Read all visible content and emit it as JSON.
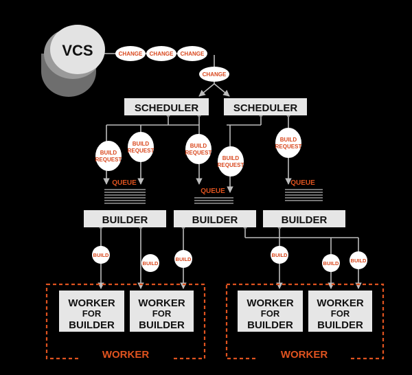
{
  "vcs_label": "VCS",
  "change_label": "CHANGE",
  "scheduler_label": "SCHEDULER",
  "build_request_line1": "BUILD",
  "build_request_line2": "REQUEST",
  "queue_label": "QUEUE",
  "builder_label": "BUILDER",
  "build_label": "BUILD",
  "worker_for_builder_line1": "WORKER",
  "worker_for_builder_line2": "FOR",
  "worker_for_builder_line3": "BUILDER",
  "worker_group_label": "WORKER",
  "colors": {
    "background": "#000000",
    "box_fill": "#e6e6e6",
    "accent": "#e0531f",
    "line": "#bdbdbd",
    "bubble_fill": "#ffffff"
  }
}
